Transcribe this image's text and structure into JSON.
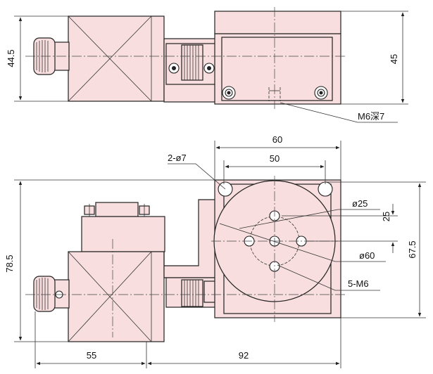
{
  "top_view": {
    "dim_left": "44.5",
    "dim_right": "45",
    "callout_thread": "M6深7"
  },
  "bottom_view": {
    "dim_top_outer": "60",
    "dim_top_inner": "50",
    "callout_holes": "2-ø7",
    "dim_bore": "ø25",
    "dim_spacing": "25",
    "dim_platform": "ø60",
    "dim_height": "67.5",
    "callout_threads": "5-M6",
    "dim_total_height": "78.5",
    "dim_motor_len": "55",
    "dim_stage_len": "92"
  }
}
